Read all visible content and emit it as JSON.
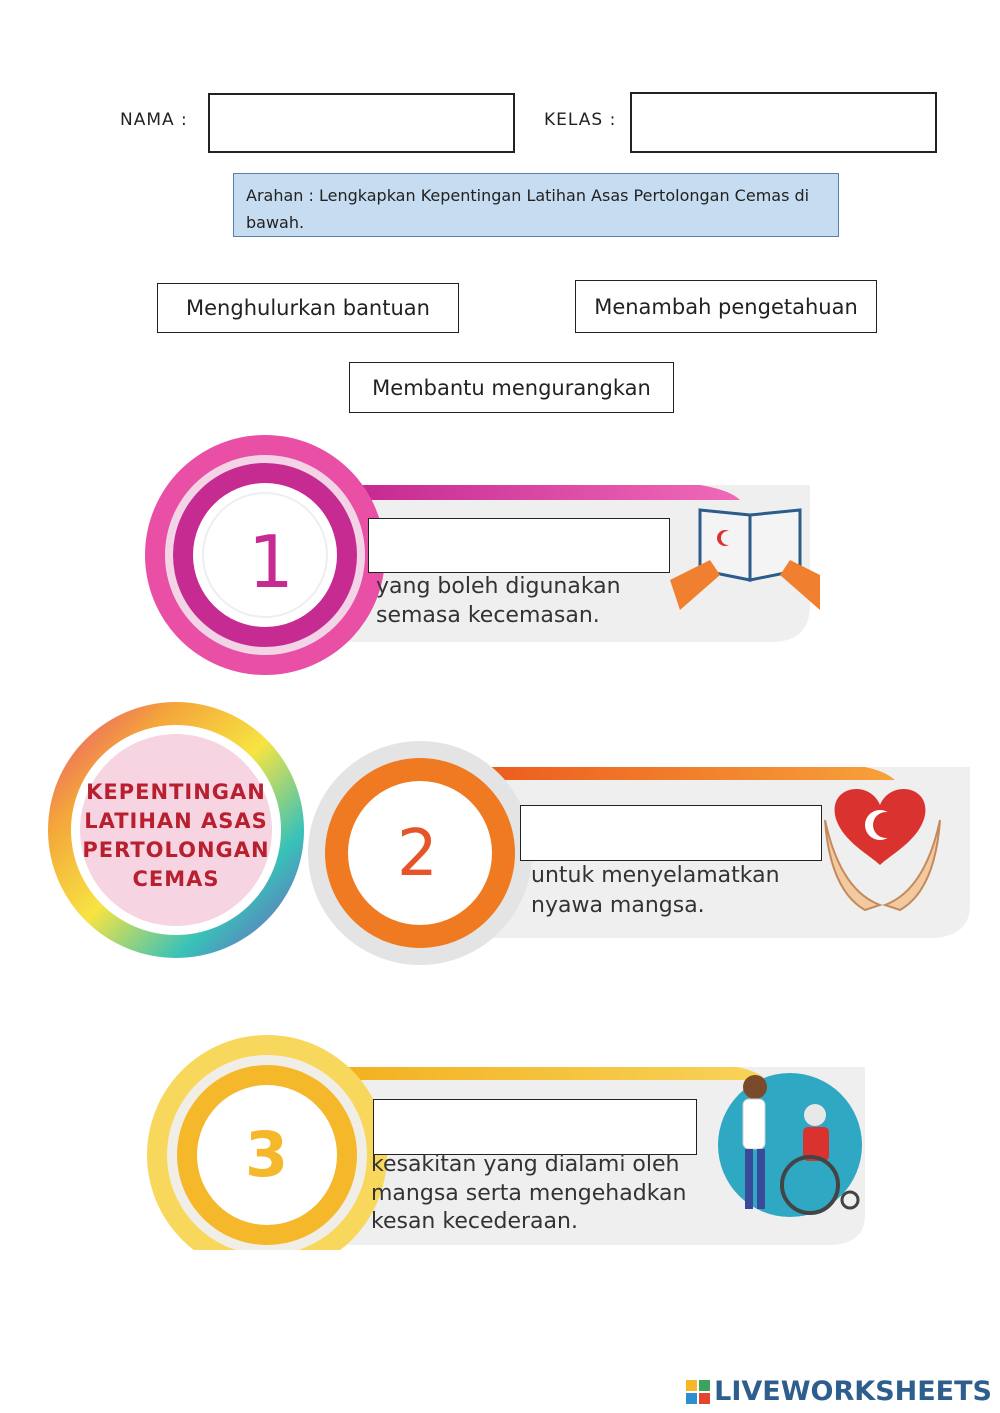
{
  "header": {
    "name_label": "NAMA :",
    "class_label": "KELAS :"
  },
  "instruction": "Arahan : Lengkapkan Kepentingan Latihan Asas Pertolongan Cemas di bawah.",
  "word_bank": [
    "Menghulurkan bantuan",
    "Menambah pengetahuan",
    "Membantu mengurangkan"
  ],
  "center_badge": {
    "lines": [
      "KEPENTINGAN",
      "LATIHAN ASAS",
      "PERTOLONGAN",
      "CEMAS"
    ]
  },
  "items": [
    {
      "number": "1",
      "line1": "yang boleh digunakan",
      "line2": "semasa kecemasan.",
      "line3": "",
      "color": "#d63c9f"
    },
    {
      "number": "2",
      "line1": "untuk menyelamatkan",
      "line2": "nyawa mangsa.",
      "line3": "",
      "color": "#f07a22"
    },
    {
      "number": "3",
      "line1": "kesakitan yang dialami oleh",
      "line2": "mangsa serta mengehadkan",
      "line3": "kesan kecederaan.",
      "color": "#f5b82a"
    }
  ],
  "footer": {
    "brand": "LIVEWORKSHEETS"
  }
}
